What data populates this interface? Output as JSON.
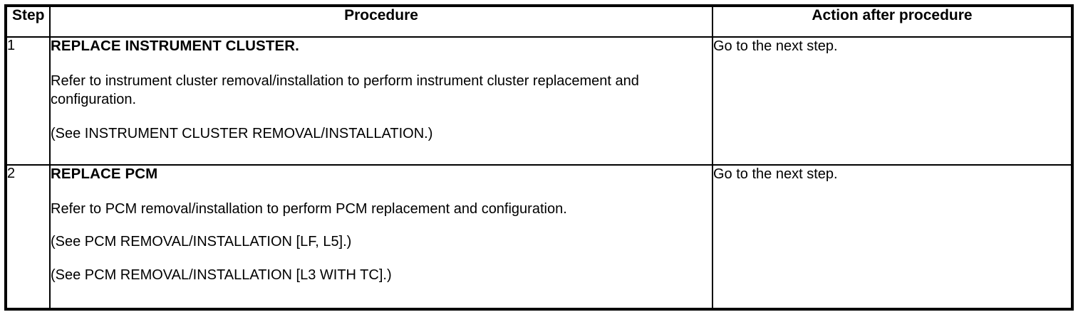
{
  "table": {
    "headers": {
      "step": "Step",
      "procedure": "Procedure",
      "action": "Action after procedure"
    },
    "rows": [
      {
        "step": "1",
        "title": "REPLACE INSTRUMENT CLUSTER.",
        "paragraphs": [
          "Refer to instrument cluster removal/installation to perform instrument cluster replacement and configuration.",
          "(See INSTRUMENT CLUSTER REMOVAL/INSTALLATION.)"
        ],
        "action": "Go to the next step."
      },
      {
        "step": "2",
        "title": "REPLACE PCM",
        "paragraphs": [
          "Refer to PCM removal/installation to perform PCM replacement and configuration.",
          "(See PCM REMOVAL/INSTALLATION [LF, L5].)",
          "(See PCM REMOVAL/INSTALLATION [L3 WITH TC].)"
        ],
        "action": "Go to the next step."
      }
    ]
  },
  "colors": {
    "border": "#000000",
    "text": "#000000",
    "background": "#ffffff"
  }
}
